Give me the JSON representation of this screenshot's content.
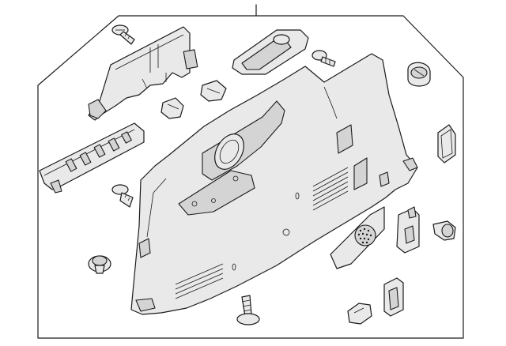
{
  "diagram": {
    "type": "exploded-parts-diagram",
    "line_color": "#1a1a1a",
    "part_fill": "#e9e9e9",
    "shade_fill": "#d4d4d4",
    "background": "#ffffff",
    "parts": [
      {
        "id": "quarter-trim-panel"
      },
      {
        "id": "upper-trim-cover"
      },
      {
        "id": "lower-trim-strip"
      },
      {
        "id": "cup-holder"
      },
      {
        "id": "speaker-grille"
      },
      {
        "id": "hook-bracket"
      },
      {
        "id": "jack-cover"
      },
      {
        "id": "plug-cap"
      },
      {
        "id": "handle"
      },
      {
        "id": "screw-upper-left"
      },
      {
        "id": "screw-center-top"
      },
      {
        "id": "screw-middle"
      },
      {
        "id": "screw-bottom"
      },
      {
        "id": "retainer-clip-left"
      },
      {
        "id": "retainer-clip-right"
      },
      {
        "id": "push-fastener"
      },
      {
        "id": "nut-clip-a"
      },
      {
        "id": "nut-clip-b"
      },
      {
        "id": "button-cap"
      }
    ]
  }
}
